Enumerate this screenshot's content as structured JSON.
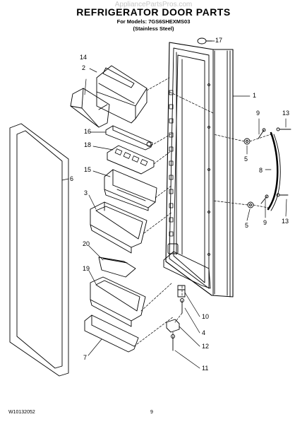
{
  "watermark": "AppliancePartsPros.com",
  "title": "REFRIGERATOR DOOR PARTS",
  "models_line": "For Models: 7GS6SHEXMS03",
  "finish_line": "(Stainless Steel)",
  "footer": {
    "doc_number": "W10132052",
    "page_number": "9"
  },
  "callouts": {
    "c1": "1",
    "c2": "2",
    "c3": "3",
    "c4": "4",
    "c5a": "5",
    "c5b": "5",
    "c6": "6",
    "c7": "7",
    "c8": "8",
    "c9a": "9",
    "c9b": "9",
    "c10": "10",
    "c11": "11",
    "c12": "12",
    "c13a": "13",
    "c13b": "13",
    "c14": "14",
    "c15": "15",
    "c16": "16",
    "c17": "17",
    "c18": "18",
    "c19": "19",
    "c20": "20"
  }
}
